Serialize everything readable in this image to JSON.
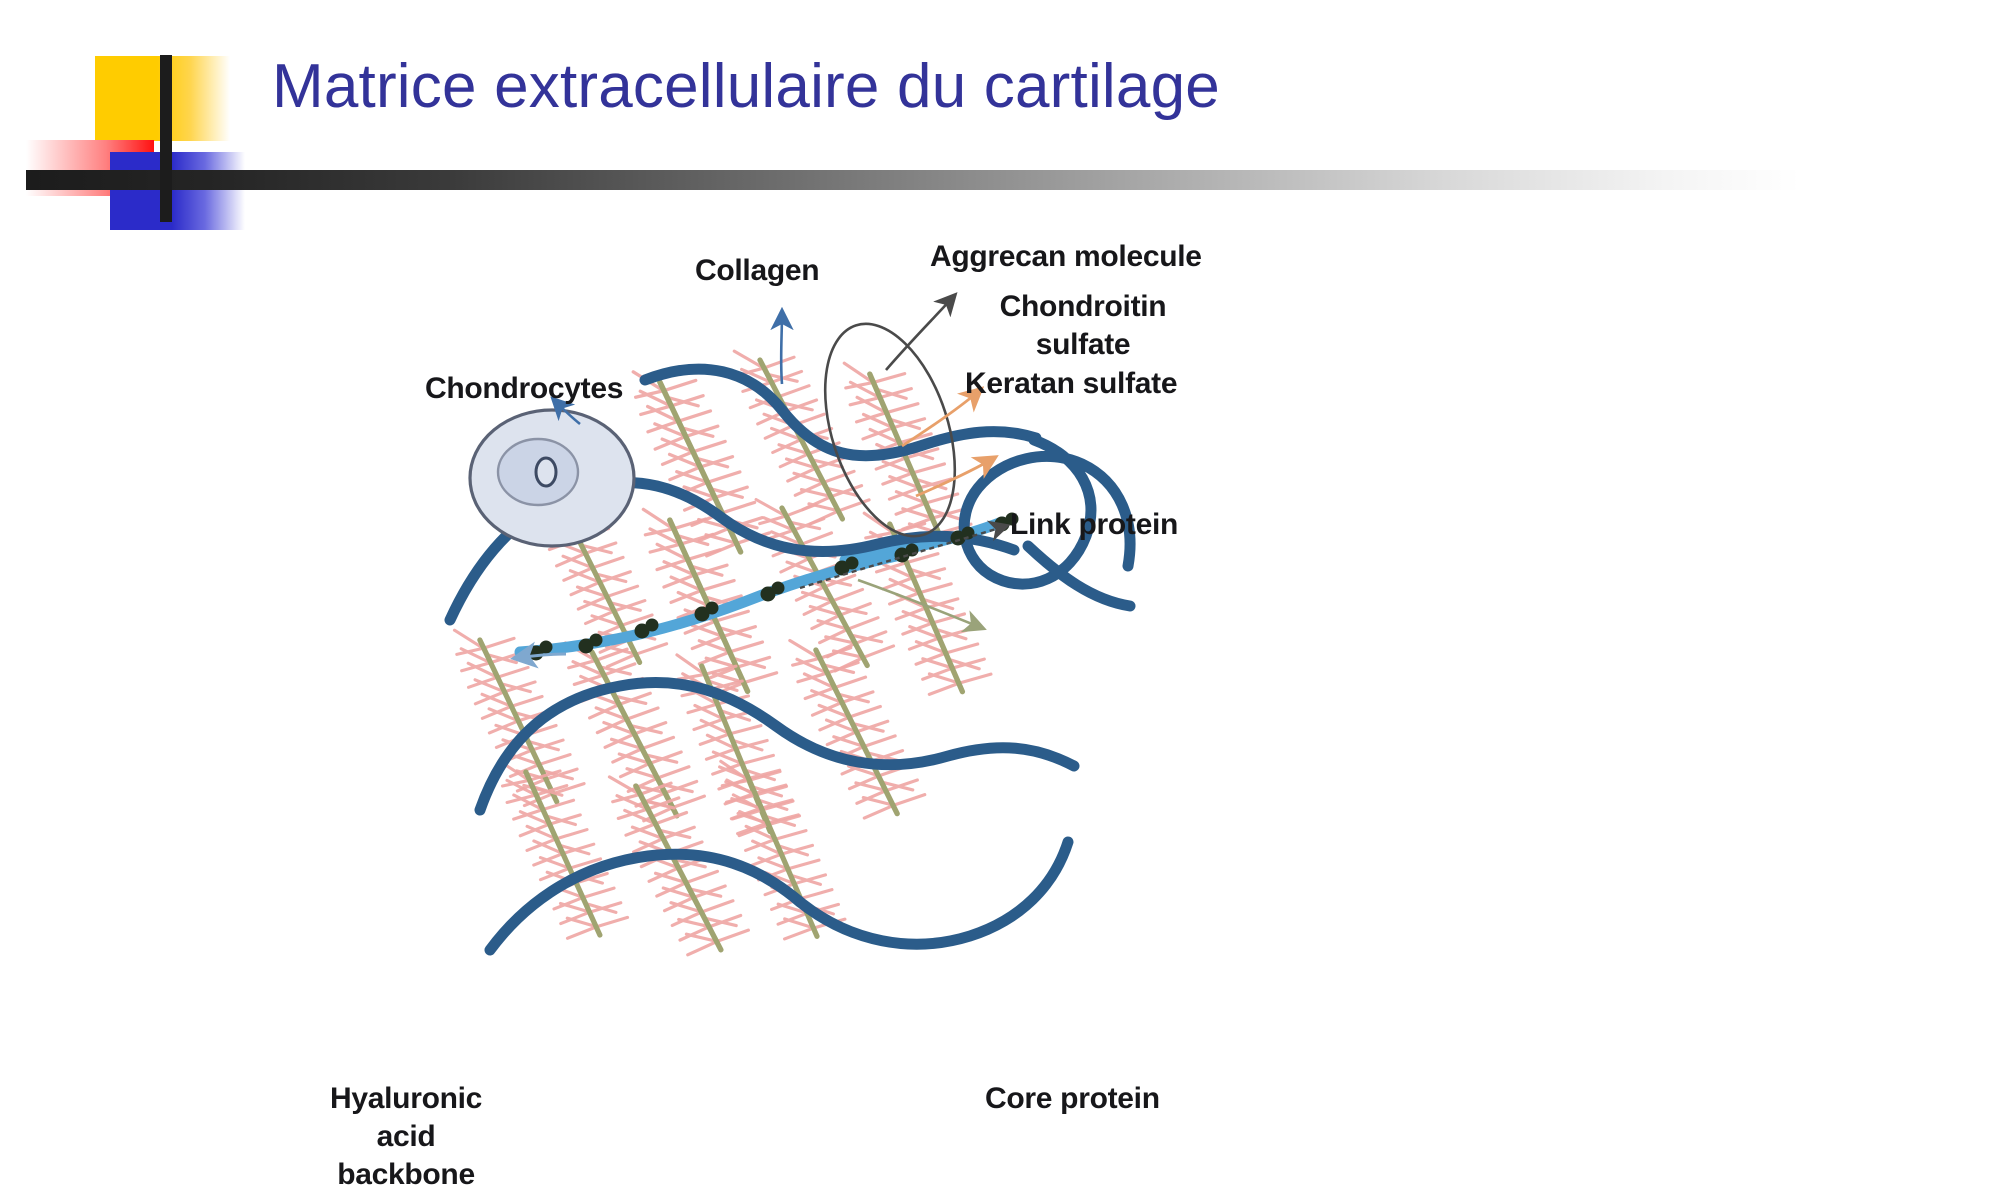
{
  "slide": {
    "title": "Matrice extracellulaire du cartilage",
    "title_color": "#333399",
    "background_color": "#ffffff"
  },
  "header_decoration": {
    "yellow_block_color": "#FFCC00",
    "red_block_color": "#FF1111",
    "blue_block_color": "#2B2BC9",
    "bar_color": "#1c1c1c",
    "names": [
      "yellow-gradient-block",
      "red-gradient-block",
      "blue-gradient-block",
      "vertical-black-bar",
      "horizontal-gradient-bar"
    ]
  },
  "diagram": {
    "title": "Cartilage extracellular matrix",
    "labels": [
      {
        "id": "collagen",
        "text": "Collagen",
        "arrow_color": "#2B5C8A"
      },
      {
        "id": "aggrecan",
        "text": "Aggrecan molecule",
        "arrow_color": "#4a4a4a"
      },
      {
        "id": "chondroitin",
        "text": "Chondroitin\nsulfate",
        "arrow_color": "#E8A06A"
      },
      {
        "id": "keratan",
        "text": "Keratan sulfate",
        "arrow_color": "#E8A06A"
      },
      {
        "id": "chondrocytes",
        "text": "Chondrocytes",
        "arrow_color": "#3F6FA8"
      },
      {
        "id": "link",
        "text": "Link protein",
        "arrow_color": "#4a4a4a"
      },
      {
        "id": "core",
        "text": "Core protein",
        "arrow_color": "#9aa37a"
      },
      {
        "id": "hyaluronic",
        "text": "Hyaluronic\nacid\nbackbone",
        "arrow_color": "#7FA8CF"
      }
    ],
    "colors": {
      "collagen_fiber": "#2B5C8A",
      "hyaluronic_backbone": "#53A6D8",
      "core_protein": "#9BA06A",
      "gag_bristle": "#F0A0A0",
      "link_protein": "#22301f",
      "chondrocyte_body": "#DDE3EE",
      "chondrocyte_outline": "#5a6275",
      "chondrocyte_nucleus": "#CBD4E6",
      "aggrecan_highlight_outline": "#4a4a4a"
    },
    "structures": [
      {
        "name": "chondrocyte-cell",
        "count": 1
      },
      {
        "name": "collagen-fiber",
        "count": 7
      },
      {
        "name": "hyaluronic-acid-backbone",
        "count": 2
      },
      {
        "name": "aggrecan-core-protein",
        "count": 14
      },
      {
        "name": "link-protein-node",
        "count": 12
      },
      {
        "name": "aggrecan-highlight-ellipse",
        "count": 1
      }
    ]
  }
}
